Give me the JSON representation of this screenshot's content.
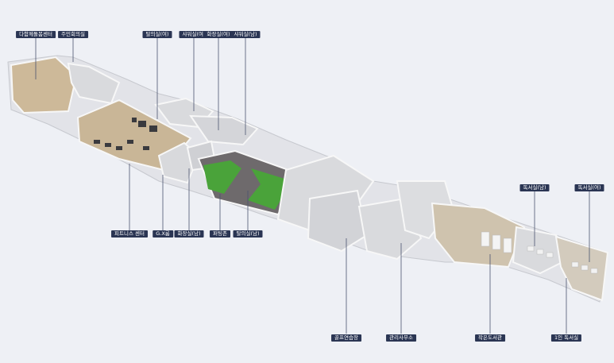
{
  "colors": {
    "background": "#eef0f5",
    "label_bg": "#2a3553",
    "label_text": "#ffffff",
    "wall": "#f7f7f7",
    "floor_wood": "#c9b697",
    "floor_grey": "#d9dadd",
    "turf": "#4aa33a",
    "dark_floor": "#6e6a6c"
  },
  "labels": {
    "community_center": "다함께돌봄센터",
    "resident_meeting": "주민회의실",
    "fitness_center": "피트니스 센터",
    "gx_room": "G.X룸",
    "changing_f": "탈의실(여)",
    "shower_f": "샤워실(여)",
    "toilet_f": "화장실(여)",
    "shower_m": "샤워실(남)",
    "toilet_m": "화장실(남)",
    "putting_zone": "퍼팅존",
    "changing_m": "탈의실(남)",
    "golf_range": "골프연습장",
    "management_office": "관리사무소",
    "small_library": "작은도서관",
    "study_m": "독서실(남)",
    "study_f": "독서실(여)",
    "single_study": "1인 독서실"
  }
}
